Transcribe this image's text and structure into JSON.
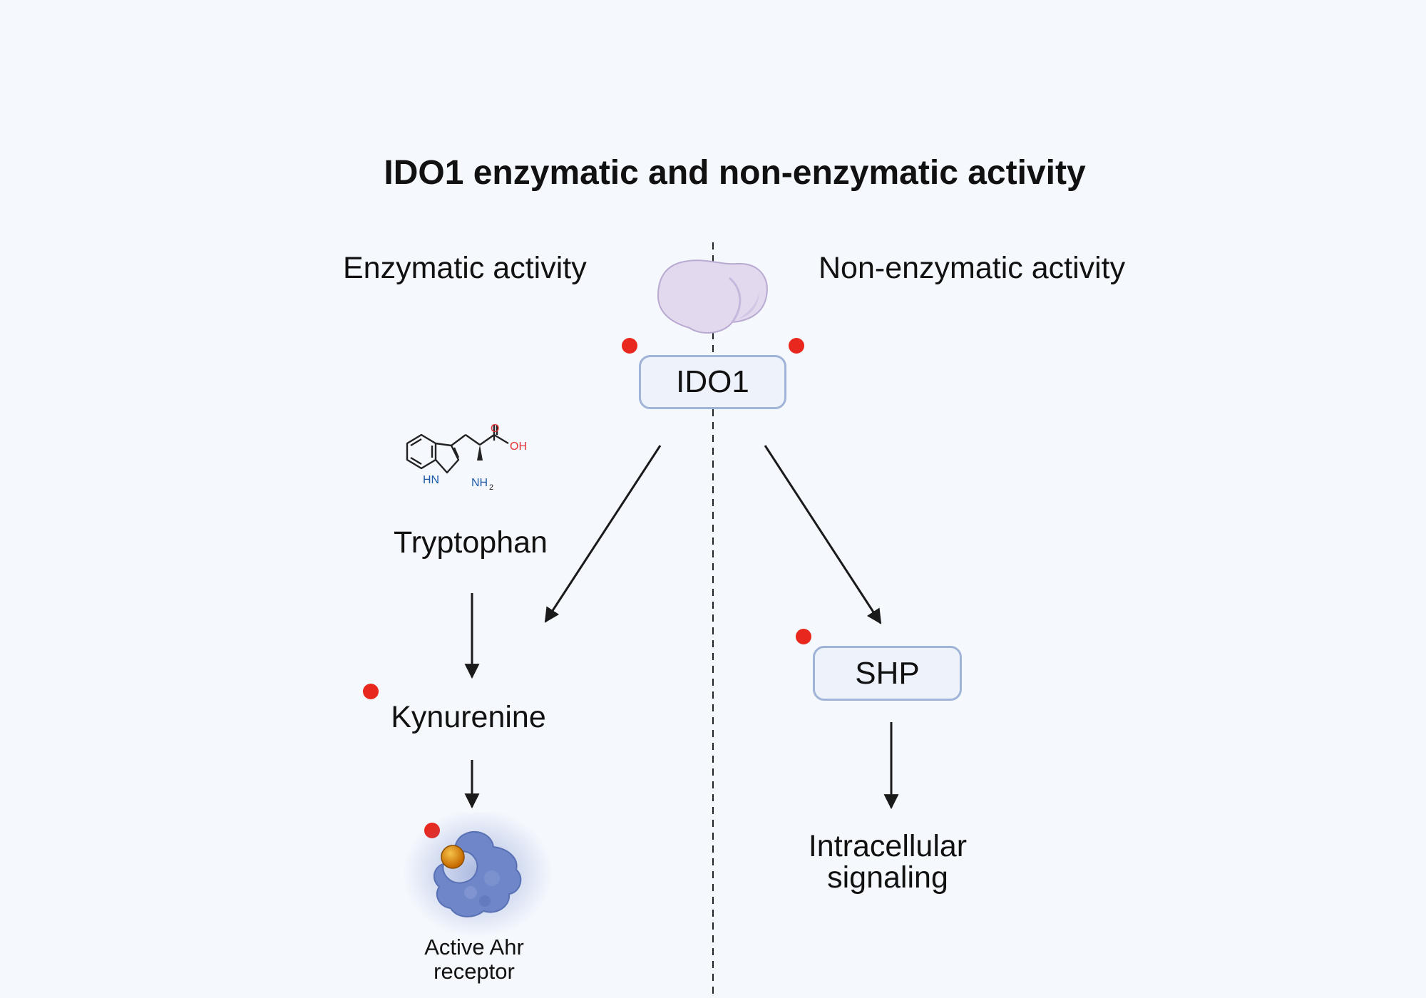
{
  "title": "IDO1 enzymatic and non-enzymatic activity",
  "sections": {
    "left": "Enzymatic activity",
    "right": "Non-enzymatic activity"
  },
  "nodes": {
    "ido1": "IDO1",
    "tryptophan": "Tryptophan",
    "kynurenine": "Kynurenine",
    "shp": "SHP",
    "ahr_line1": "Active Ahr",
    "ahr_line2": "receptor",
    "signaling_line1": "Intracellular",
    "signaling_line2": "signaling"
  },
  "molecule": {
    "o": "O",
    "oh": "OH",
    "hn": "HN",
    "nh": "NH",
    "sub2": "2"
  },
  "colors": {
    "background": "#f5f8fd",
    "box_border": "#9fb4d6",
    "box_fill": "#eef3fb",
    "marker_dot": "#e8281e",
    "protein_fill": "#e2d9ef",
    "receptor_fill": "#6f86c8",
    "ligand": "#e0900f",
    "oxygen": "#e33333",
    "nitrogen": "#1e5aa8"
  },
  "icons": [
    "ido1-protein-icon",
    "tryptophan-structure-icon",
    "ahr-receptor-icon"
  ]
}
